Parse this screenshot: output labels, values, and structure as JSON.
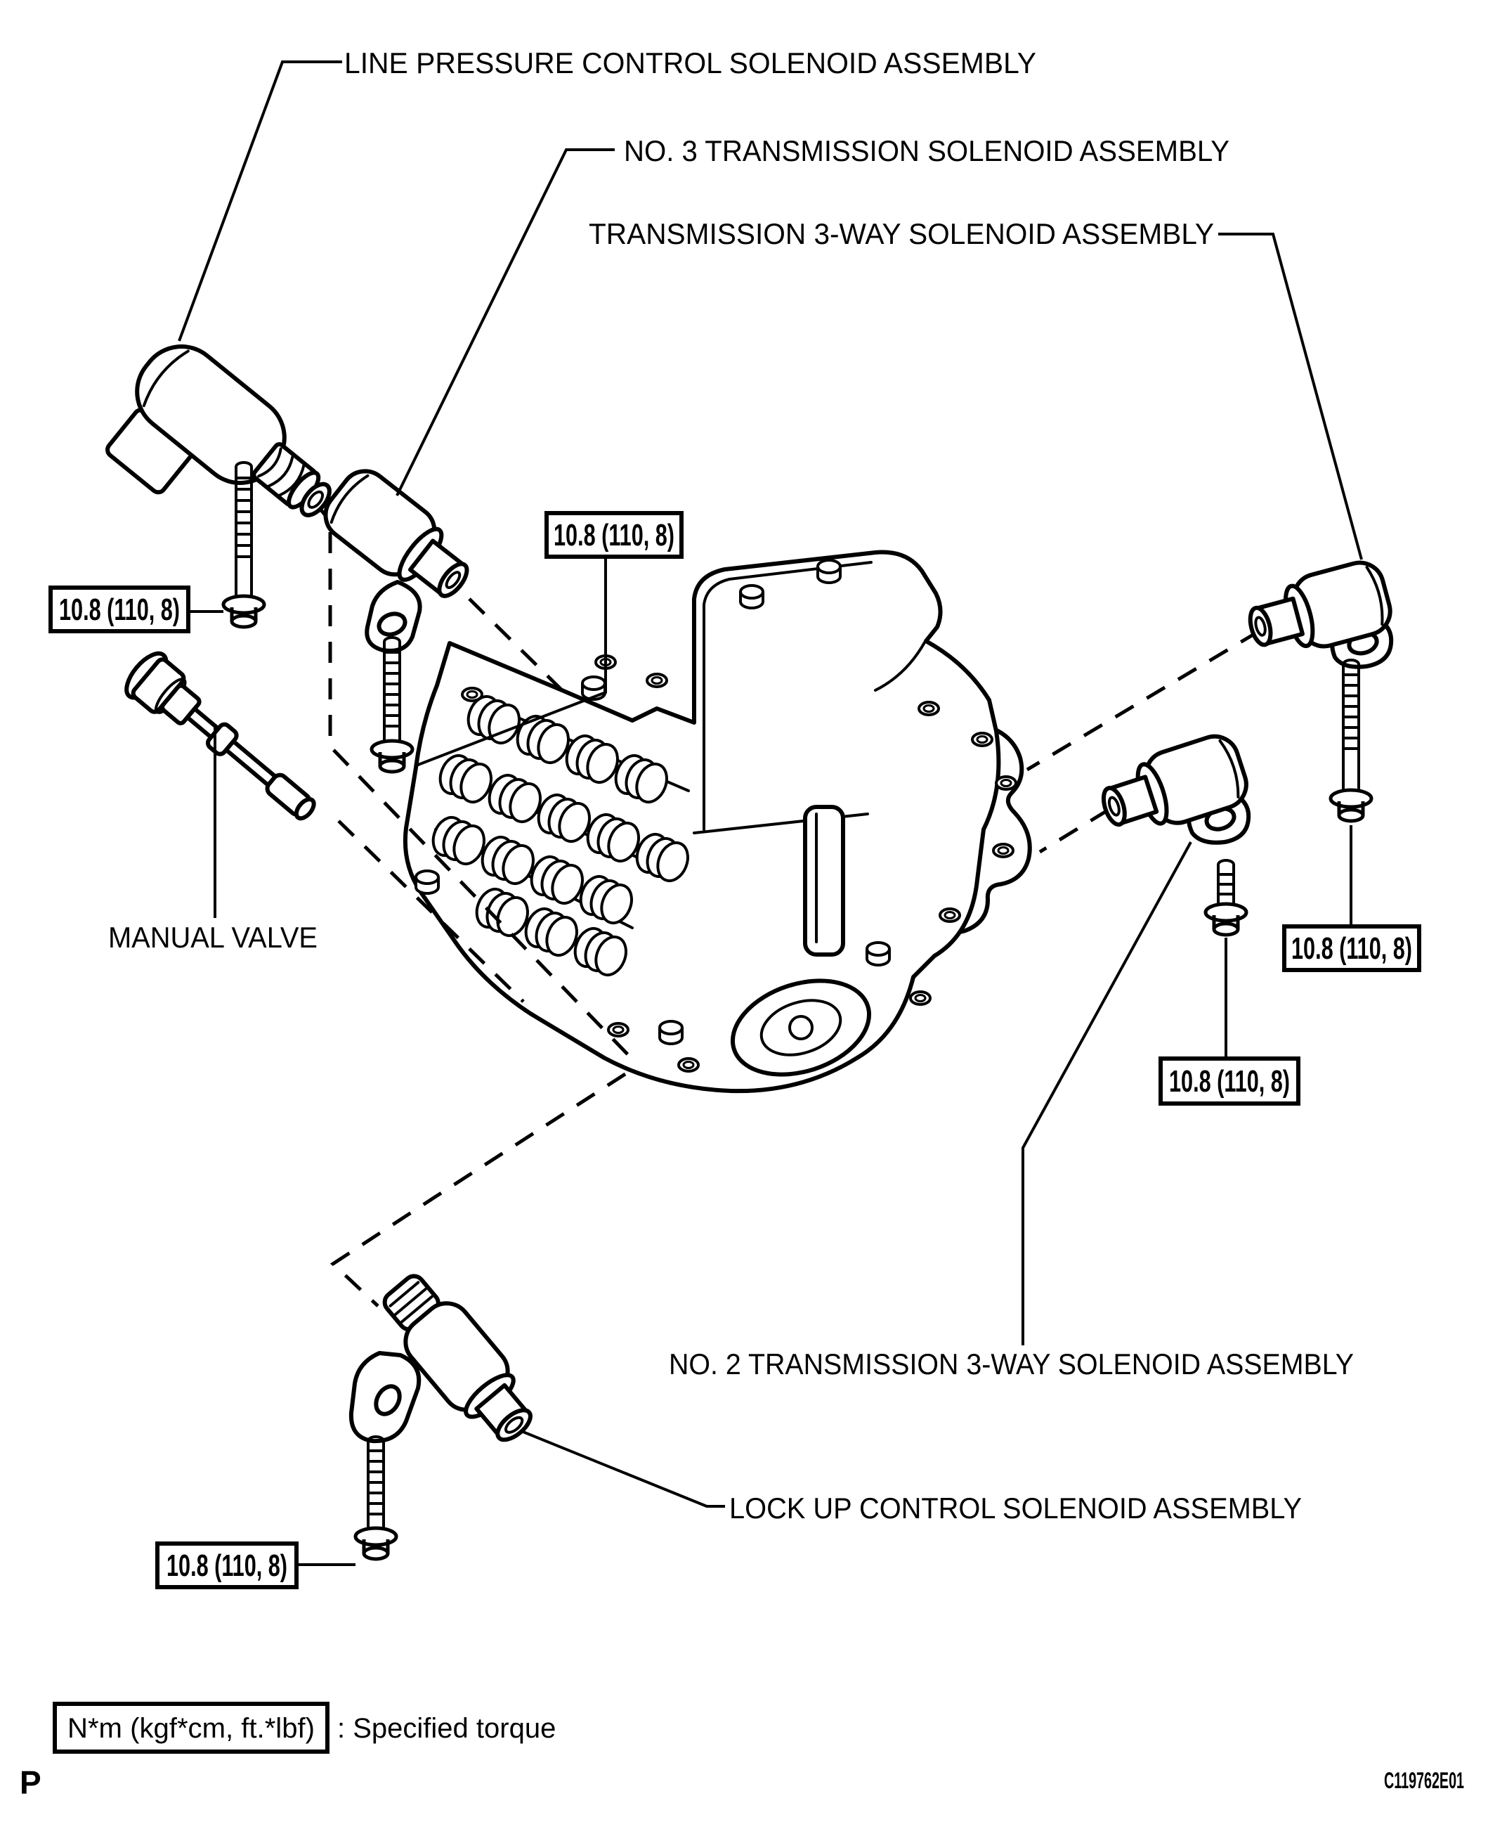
{
  "page": {
    "background": "#ffffff",
    "ink": "#000000"
  },
  "labels": {
    "line_pressure": "LINE PRESSURE CONTROL SOLENOID ASSEMBLY",
    "no3_transmission": "NO. 3 TRANSMISSION SOLENOID ASSEMBLY",
    "transmission_3way": "TRANSMISSION 3-WAY SOLENOID ASSEMBLY",
    "manual_valve": "MANUAL VALVE",
    "no2_transmission_3way": "NO. 2 TRANSMISSION 3-WAY SOLENOID ASSEMBLY",
    "lockup_control": "LOCK UP CONTROL SOLENOID ASSEMBLY"
  },
  "torque": {
    "value": "10.8 (110, 8)"
  },
  "legend": {
    "box_label": "N*m (kgf*cm, ft.*lbf)",
    "description": ": Specified torque"
  },
  "footer": {
    "page_marker": "P",
    "figure_code": "C119762E01"
  }
}
